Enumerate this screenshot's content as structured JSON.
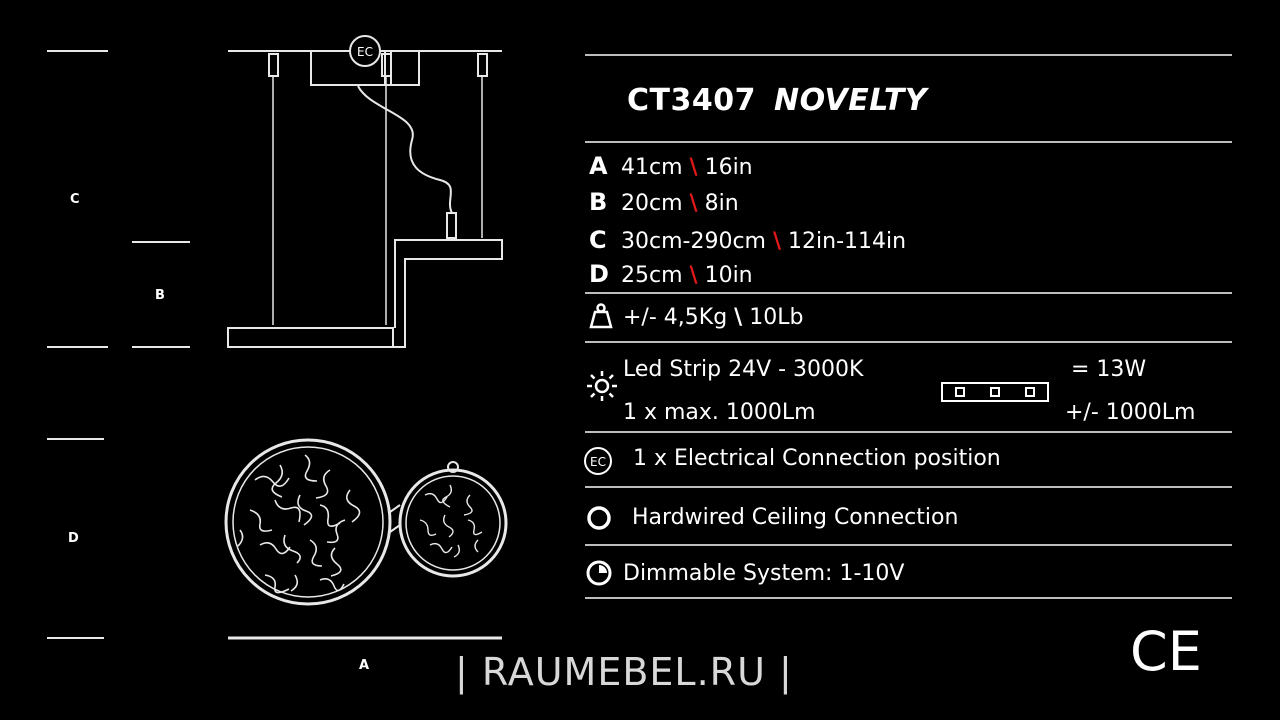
{
  "drawing": {
    "ec_label": "EC",
    "labels": {
      "c": "C",
      "b": "B",
      "d": "D",
      "a": "A"
    }
  },
  "spec": {
    "model": "CT3407",
    "name": "NOVELTY",
    "dimensions": [
      {
        "key": "A",
        "metric": "41cm",
        "imperial": "16in"
      },
      {
        "key": "B",
        "metric": "20cm",
        "imperial": "8in"
      },
      {
        "key": "C",
        "metric": "30cm-290cm",
        "imperial": "12in-114in"
      },
      {
        "key": "D",
        "metric": "25cm",
        "imperial": "10in"
      }
    ],
    "weight": {
      "text": "+/- 4,5Kg",
      "imperial": "10Lb",
      "icon": "weight-icon"
    },
    "led": {
      "line1": "Led Strip 24V -  3000K",
      "line2": "1 x max. 1000Lm",
      "power": "= 13W",
      "lumen": "+/- 1000Lm",
      "icon": "sun-icon"
    },
    "electrical": {
      "text": "1 x Electrical Connection position",
      "icon_label": "EC"
    },
    "connection": {
      "text": "Hardwired Ceiling Connection",
      "icon": "circle-icon"
    },
    "dimmable": {
      "text": "Dimmable System: 1-10V",
      "icon": "dimmer-icon"
    },
    "separator": "\\"
  },
  "footer": {
    "ce_mark": "CE",
    "watermark": "| RAUMEBEL.RU |"
  },
  "colors": {
    "background": "#000000",
    "lines": "#bdbdbd",
    "accent": "#e01818"
  }
}
